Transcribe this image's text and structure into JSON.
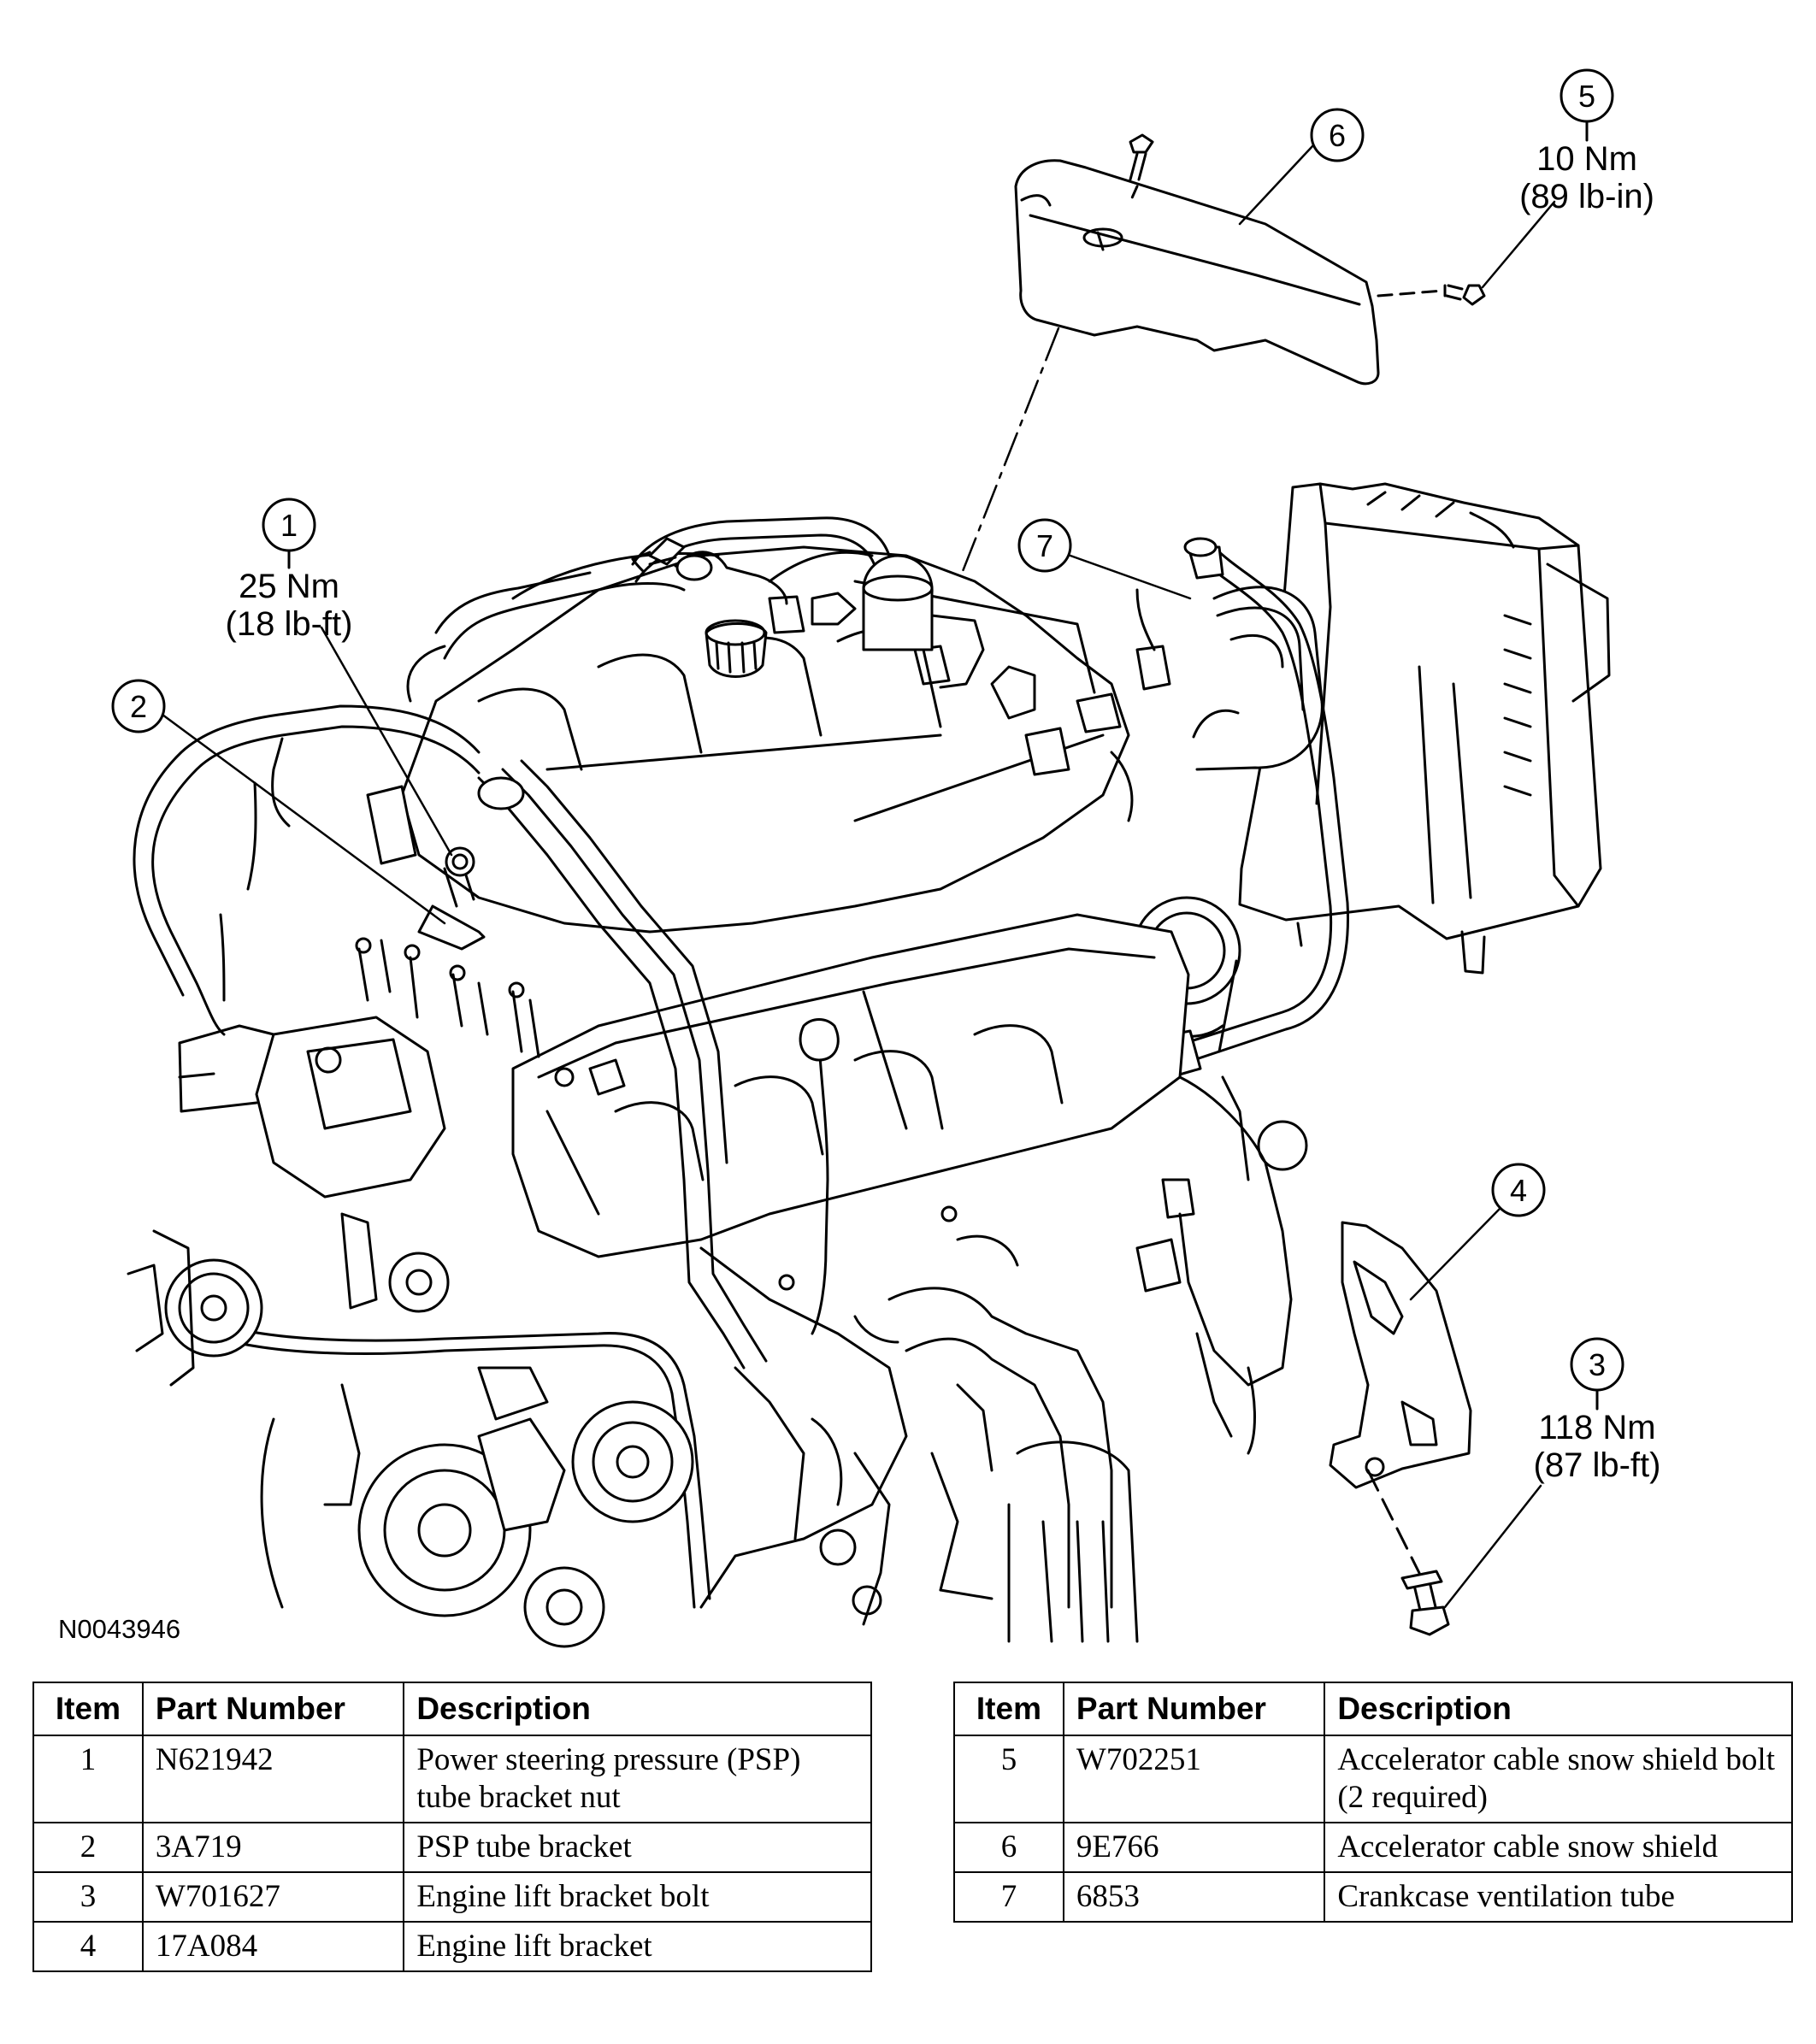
{
  "figure_id": "N0043946",
  "callouts": [
    {
      "num": "1",
      "torque_nm": "25 Nm",
      "torque_imperial": "(18 lb-ft)"
    },
    {
      "num": "2"
    },
    {
      "num": "3",
      "torque_nm": "118 Nm",
      "torque_imperial": "(87 lb-ft)"
    },
    {
      "num": "4"
    },
    {
      "num": "5",
      "torque_nm": "10 Nm",
      "torque_imperial": "(89 lb-in)"
    },
    {
      "num": "6"
    },
    {
      "num": "7"
    }
  ],
  "table_headers": {
    "item": "Item",
    "part_number": "Part Number",
    "description": "Description"
  },
  "parts_left": [
    {
      "item": "1",
      "part_number": "N621942",
      "description": "Power steering pressure (PSP) tube bracket nut"
    },
    {
      "item": "2",
      "part_number": "3A719",
      "description": "PSP tube bracket"
    },
    {
      "item": "3",
      "part_number": "W701627",
      "description": "Engine lift bracket bolt"
    },
    {
      "item": "4",
      "part_number": "17A084",
      "description": "Engine lift bracket"
    }
  ],
  "parts_right": [
    {
      "item": "5",
      "part_number": "W702251",
      "description": "Accelerator cable snow shield bolt (2 required)"
    },
    {
      "item": "6",
      "part_number": "9E766",
      "description": "Accelerator cable snow shield"
    },
    {
      "item": "7",
      "part_number": "6853",
      "description": "Crankcase ventilation tube"
    }
  ]
}
